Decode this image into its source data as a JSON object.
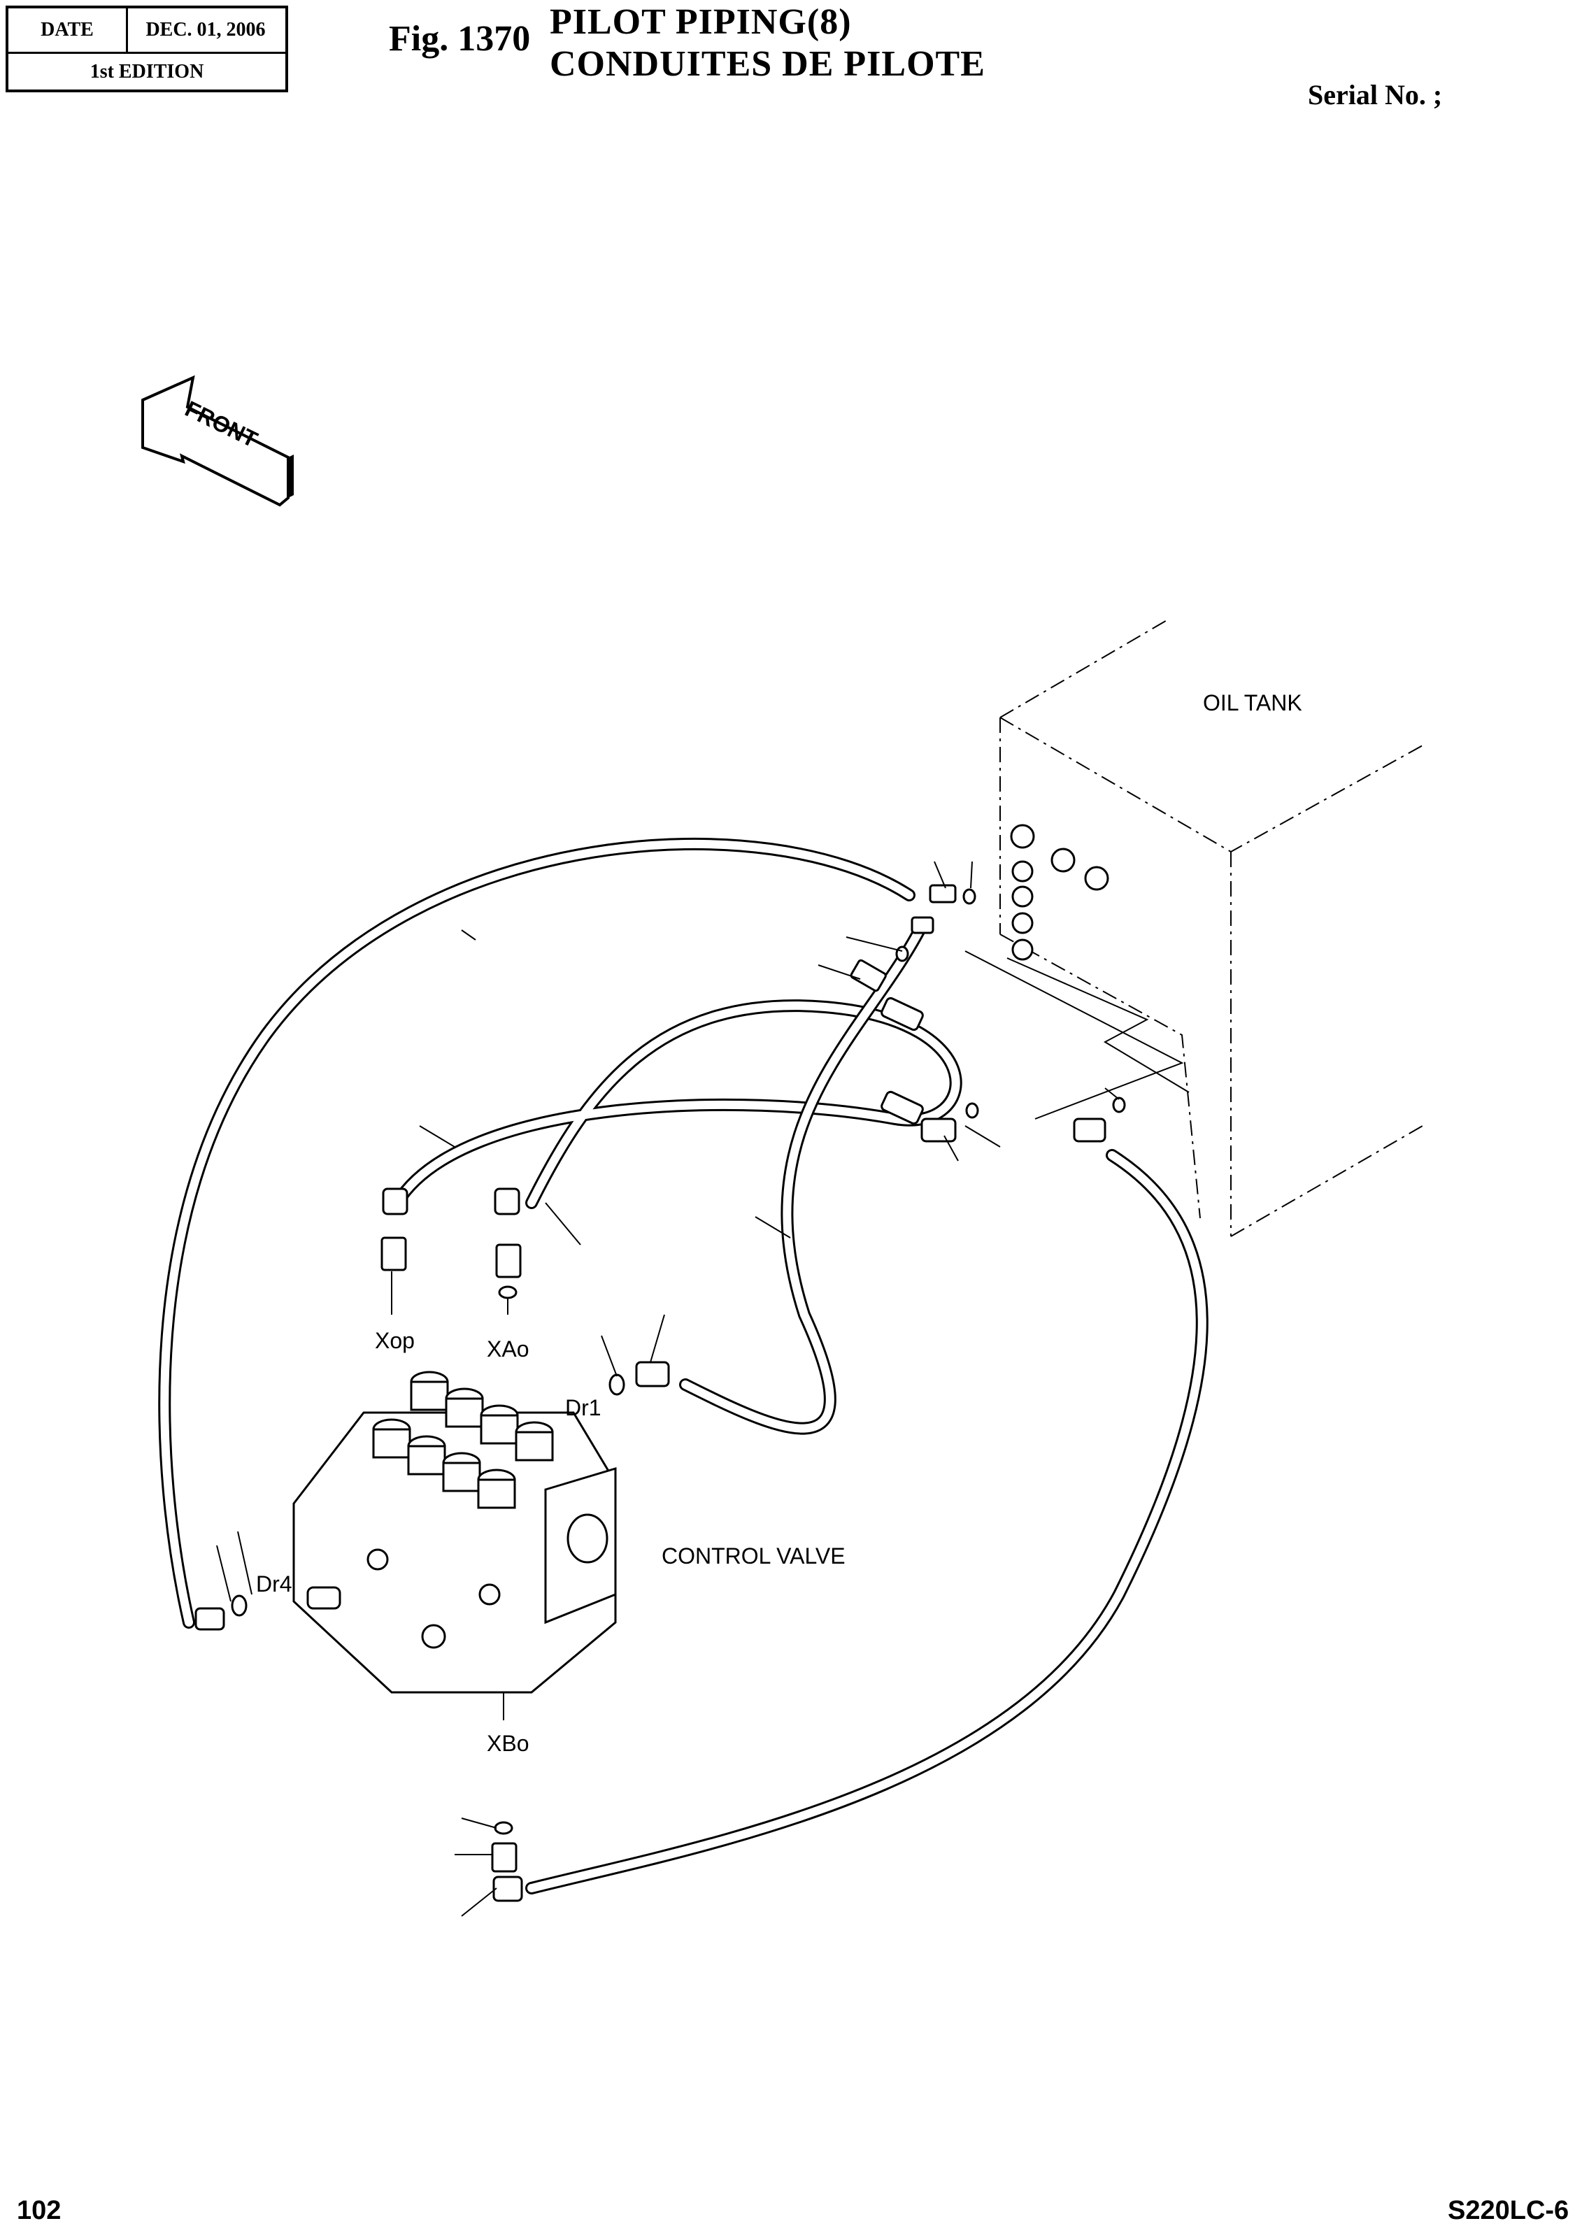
{
  "header": {
    "date_label": "DATE",
    "date_value": "DEC. 01, 2006",
    "edition": "1st EDITION"
  },
  "figure": {
    "label": "Fig. 1370",
    "title_en": "PILOT PIPING(8)",
    "title_fr": "CONDUITES DE PILOTE",
    "serial": "Serial No. ;"
  },
  "diagram": {
    "front_label": "FRONT",
    "oil_tank": "OIL TANK",
    "control_valve": "CONTROL VALVE",
    "ports": {
      "xop": "Xop",
      "xao": "XAo",
      "dr1": "Dr1",
      "dr4": "Dr4",
      "xbo": "XBo"
    }
  },
  "footer": {
    "page": "102",
    "model": "S220LC-6"
  }
}
